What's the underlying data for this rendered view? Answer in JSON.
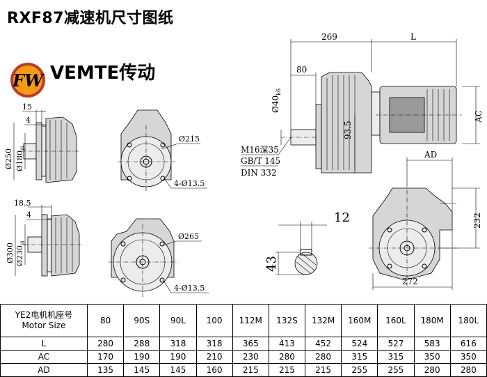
{
  "title": "RXF87减速机尺寸图纸",
  "brand": {
    "logo_icon": "fw-shield-logo",
    "logo_letters": "FW",
    "name": "VEMTE传动",
    "colors": {
      "logo_fill": "#f39c12",
      "logo_ring": "#c0392b"
    }
  },
  "dimensions": {
    "top_view": {
      "overall": "269",
      "motor_length": "L",
      "flange_offset": "80",
      "shaft_dia": "Ø40",
      "shaft_tol": "k6",
      "center_height": "93.5",
      "motor_dia": "AC",
      "thread": "M16深35",
      "standard1": "GB/T 145",
      "standard2": "DIN 332"
    },
    "end_view": {
      "ad": "AD",
      "height": "232",
      "width": "272"
    },
    "key_section": {
      "key_width": "12",
      "key_height": "43"
    },
    "flange1_side": {
      "d1": "15",
      "d2": "4",
      "flange_dia": "Ø250",
      "pilot_dia": "Ø180",
      "pilot_tol": "j6"
    },
    "flange1_front": {
      "bolt_circle": "Ø215",
      "holes": "4-Ø13.5"
    },
    "flange2_side": {
      "d1": "18.5",
      "d2": "4",
      "flange_dia": "Ø300",
      "pilot_dia": "Ø230",
      "pilot_tol": "j6"
    },
    "flange2_front": {
      "bolt_circle": "Ø265",
      "holes": "4-Ø13.5"
    }
  },
  "table": {
    "header_label_line1": "YE2电机机座号",
    "header_label_line2": "Motor Size",
    "sizes": [
      "80",
      "90S",
      "90L",
      "100",
      "112M",
      "132S",
      "132M",
      "160M",
      "160L",
      "180M",
      "180L"
    ],
    "rows": [
      {
        "label": "L",
        "values": [
          "280",
          "288",
          "318",
          "318",
          "365",
          "413",
          "452",
          "524",
          "527",
          "583",
          "616"
        ]
      },
      {
        "label": "AC",
        "values": [
          "170",
          "190",
          "190",
          "210",
          "230",
          "280",
          "280",
          "315",
          "315",
          "350",
          "350"
        ]
      },
      {
        "label": "AD",
        "values": [
          "135",
          "145",
          "145",
          "160",
          "215",
          "215",
          "215",
          "255",
          "255",
          "280",
          "280"
        ]
      }
    ]
  }
}
